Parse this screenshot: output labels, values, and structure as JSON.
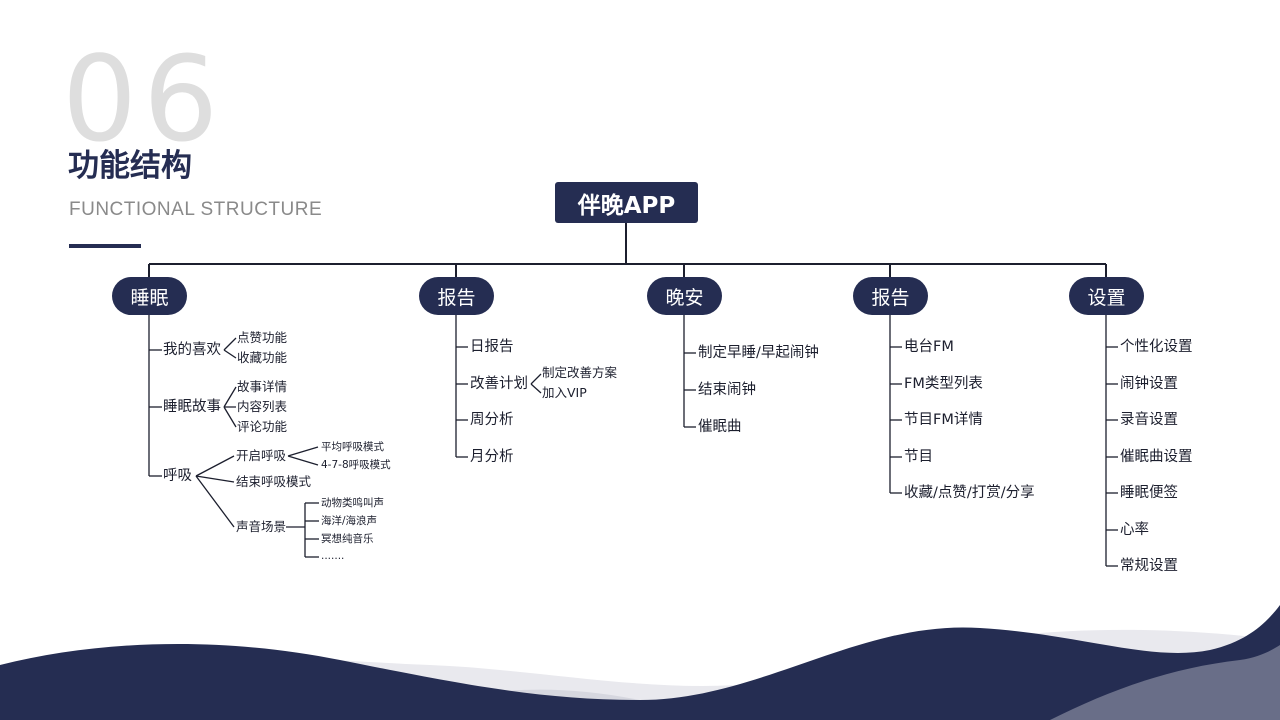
{
  "header": {
    "number": "06",
    "title": "功能结构",
    "subtitle": "FUNCTIONAL STRUCTURE"
  },
  "colors": {
    "navy": "#252d52",
    "wave_light": "#e9e9ee",
    "wave_mid": "#d6d7df"
  },
  "root": "伴晚APP",
  "branches": [
    {
      "label": "睡眠",
      "children": [
        {
          "label": "我的喜欢",
          "children": [
            "点赞功能",
            "收藏功能"
          ]
        },
        {
          "label": "睡眠故事",
          "children": [
            "故事详情",
            "内容列表",
            "评论功能"
          ]
        },
        {
          "label": "呼吸",
          "children": [
            {
              "label": "开启呼吸",
              "children": [
                "平均呼吸模式",
                "4-7-8呼吸模式"
              ]
            },
            {
              "label": "结束呼吸模式"
            },
            {
              "label": "声音场景",
              "children": [
                "动物类鸣叫声",
                "海洋/海浪声",
                "冥想纯音乐",
                "......."
              ]
            }
          ]
        }
      ]
    },
    {
      "label": "报告",
      "children": [
        {
          "label": "日报告"
        },
        {
          "label": "改善计划",
          "children": [
            "制定改善方案",
            "加入VIP"
          ]
        },
        {
          "label": "周分析"
        },
        {
          "label": "月分析"
        }
      ]
    },
    {
      "label": "晚安",
      "children": [
        {
          "label": "制定早睡/早起闹钟"
        },
        {
          "label": "结束闹钟"
        },
        {
          "label": "催眠曲"
        }
      ]
    },
    {
      "label": "报告",
      "children": [
        {
          "label": "电台FM"
        },
        {
          "label": "FM类型列表"
        },
        {
          "label": "节目FM详情"
        },
        {
          "label": "节目"
        },
        {
          "label": "收藏/点赞/打赏/分享"
        }
      ]
    },
    {
      "label": "设置",
      "children": [
        {
          "label": "个性化设置"
        },
        {
          "label": "闹钟设置"
        },
        {
          "label": "录音设置"
        },
        {
          "label": "催眠曲设置"
        },
        {
          "label": "睡眠便签"
        },
        {
          "label": "心率"
        },
        {
          "label": "常规设置"
        }
      ]
    }
  ]
}
